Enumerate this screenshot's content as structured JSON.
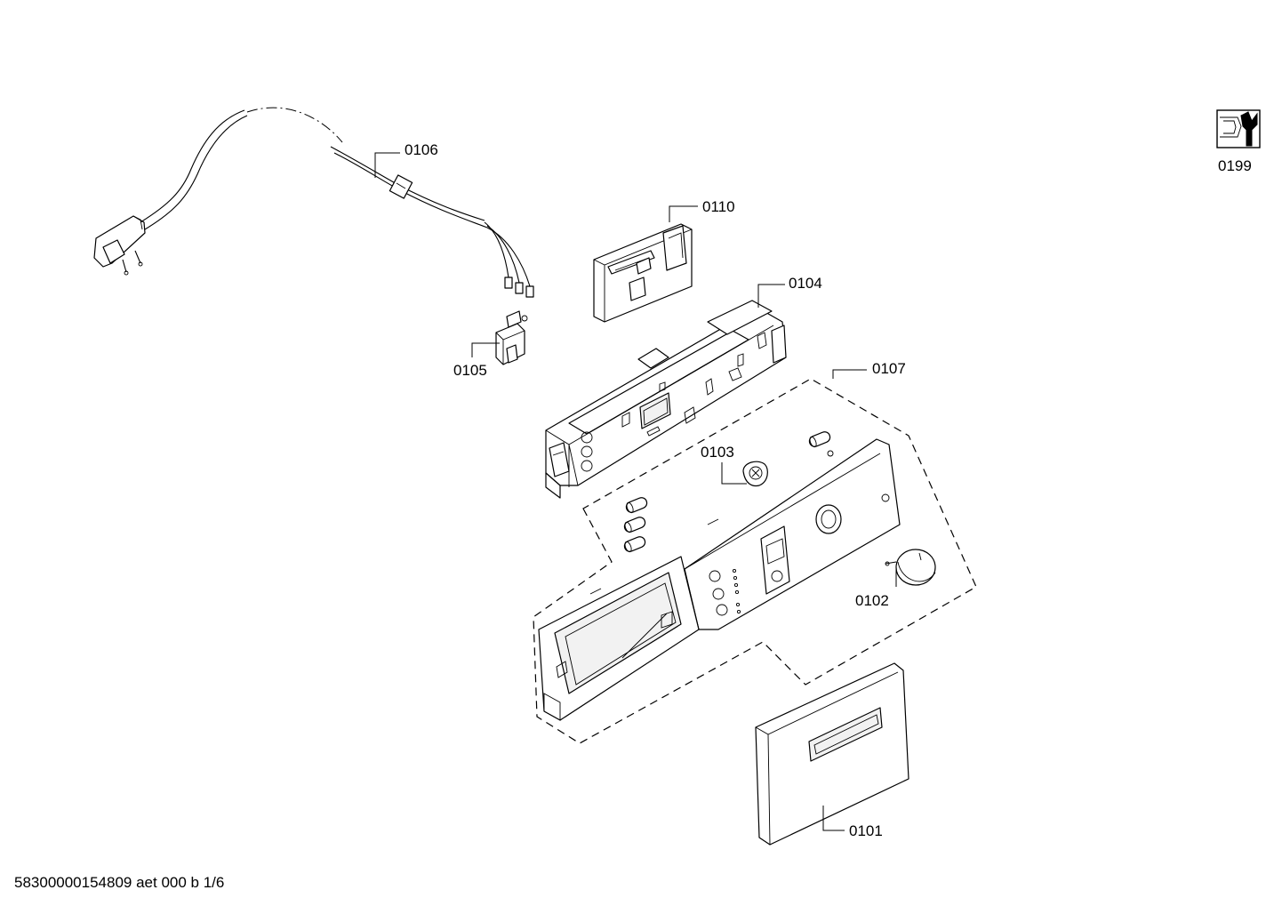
{
  "callouts": [
    {
      "id": "0106",
      "label": "0106"
    },
    {
      "id": "0110",
      "label": "0110"
    },
    {
      "id": "0104",
      "label": "0104"
    },
    {
      "id": "0105",
      "label": "0105"
    },
    {
      "id": "0107",
      "label": "0107"
    },
    {
      "id": "0103",
      "label": "0103"
    },
    {
      "id": "0102",
      "label": "0102"
    },
    {
      "id": "0101",
      "label": "0101"
    },
    {
      "id": "0199",
      "label": "0199"
    }
  ],
  "tool_icon": {
    "icon": "wrench-icon"
  },
  "footer": {
    "drawing_id": "58300000154809 aet 000 b 1/6"
  }
}
